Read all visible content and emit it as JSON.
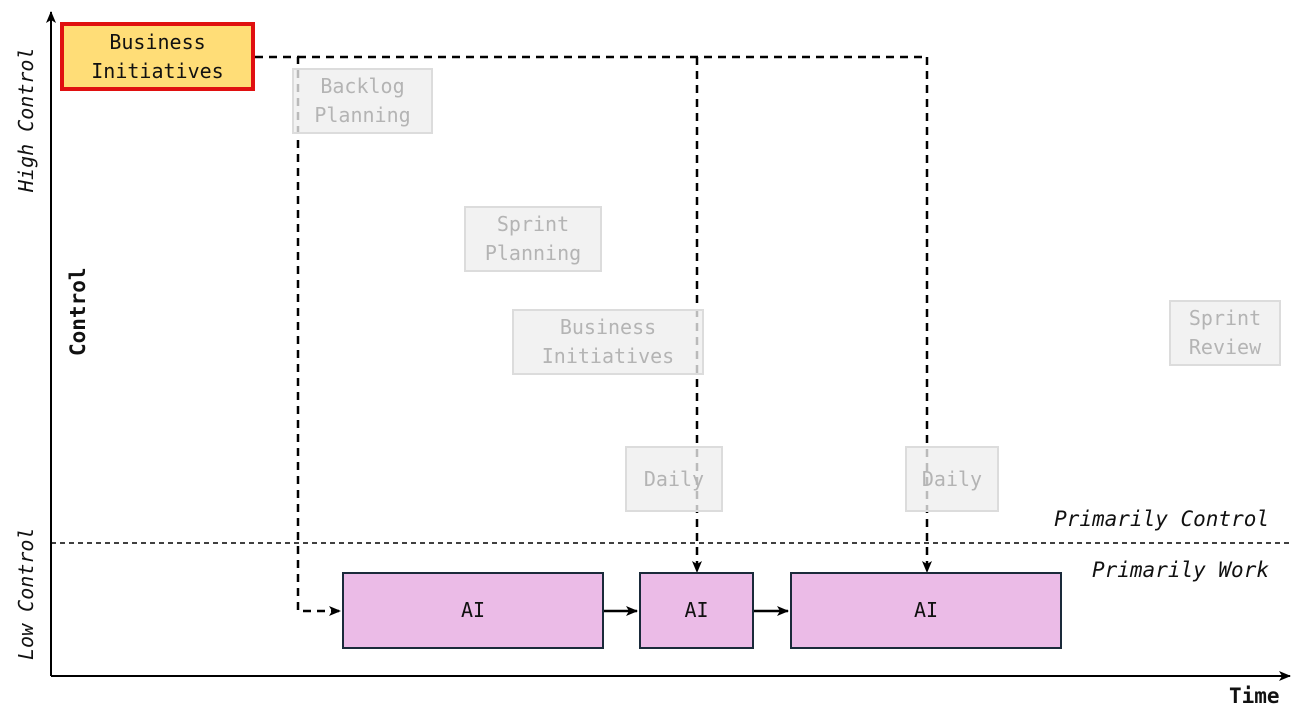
{
  "axes": {
    "y_label": "Control",
    "y_high": "High Control",
    "y_low": "Low Control",
    "x_label": "Time"
  },
  "zones": {
    "upper": "Primarily Control",
    "lower": "Primarily Work"
  },
  "focus_box": {
    "text": "Business\nInitiatives"
  },
  "ghost_boxes": [
    {
      "text": "Backlog\nPlanning"
    },
    {
      "text": "Sprint\nPlanning"
    },
    {
      "text": "Business\nInitiatives"
    },
    {
      "text": "Sprint\nReview"
    },
    {
      "text": "Daily"
    },
    {
      "text": "Daily"
    }
  ],
  "work_boxes": [
    {
      "text": "AI"
    },
    {
      "text": "AI"
    },
    {
      "text": "AI"
    }
  ],
  "colors": {
    "focus_fill": "#ffdd77",
    "focus_border": "#e01010",
    "work_fill": "#ebbbe7",
    "ghost_fill": "#eeeeee",
    "line": "#000000"
  }
}
